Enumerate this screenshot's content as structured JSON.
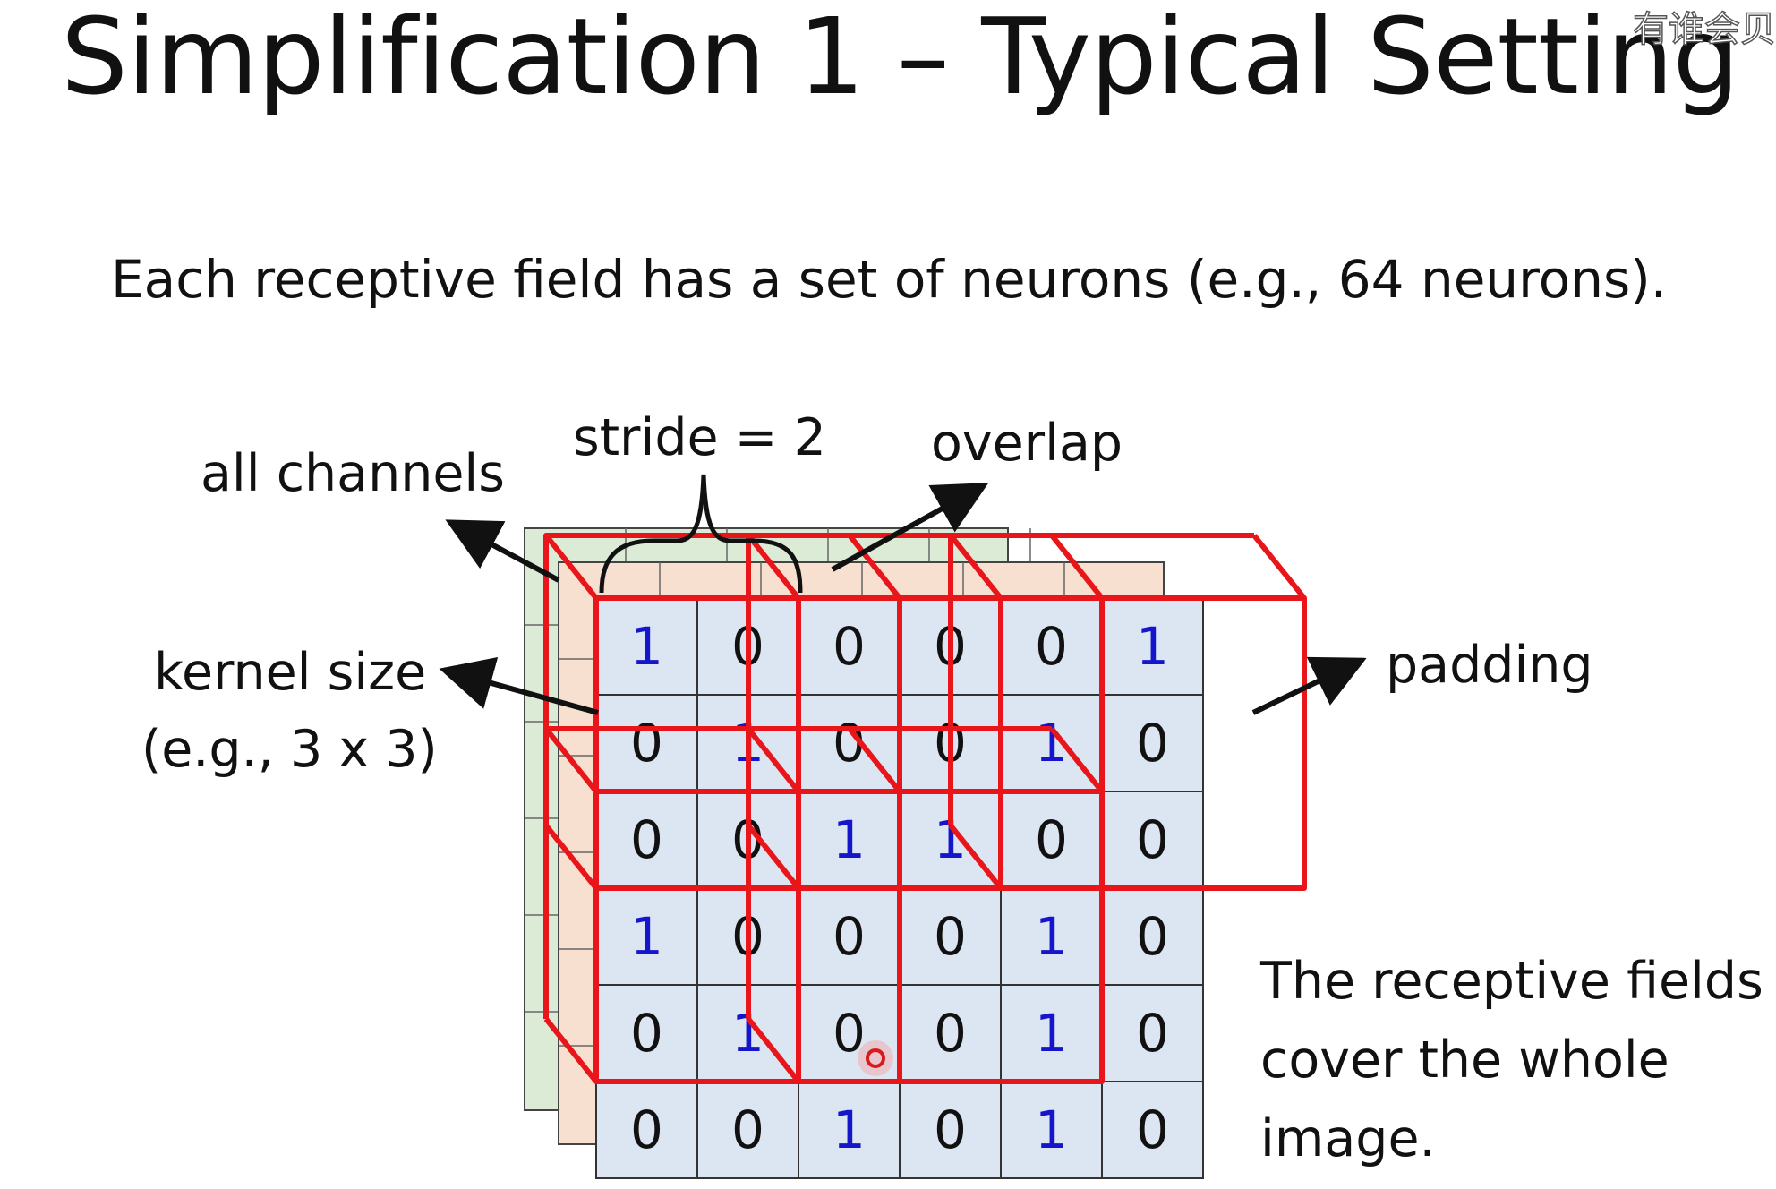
{
  "title": "Simplification 1 – Typical Setting",
  "watermark": "有谁会贝",
  "subtitle": "Each receptive field has a set of neurons (e.g., 64 neurons).",
  "labels": {
    "all_channels": "all channels",
    "stride": "stride = 2",
    "overlap": "overlap",
    "kernel_size": "kernel size",
    "kernel_example": "(e.g., 3 x 3)",
    "padding": "padding",
    "receptive_fields_line1": "The receptive fields",
    "receptive_fields_line2": "cover the whole",
    "receptive_fields_line3": "image."
  },
  "image_matrix": [
    [
      1,
      0,
      0,
      0,
      0,
      1
    ],
    [
      0,
      1,
      0,
      0,
      1,
      0
    ],
    [
      0,
      0,
      1,
      1,
      0,
      0
    ],
    [
      1,
      0,
      0,
      0,
      1,
      0
    ],
    [
      0,
      1,
      0,
      0,
      1,
      0
    ],
    [
      0,
      0,
      1,
      0,
      1,
      0
    ]
  ],
  "colors": {
    "front_cell": "#dce6f2",
    "mid_layer": "#f7e0d0",
    "back_layer": "#dcebd6",
    "one_digit": "#1515cc",
    "zero_digit": "#111111",
    "receptive_field": "#e8161a"
  }
}
